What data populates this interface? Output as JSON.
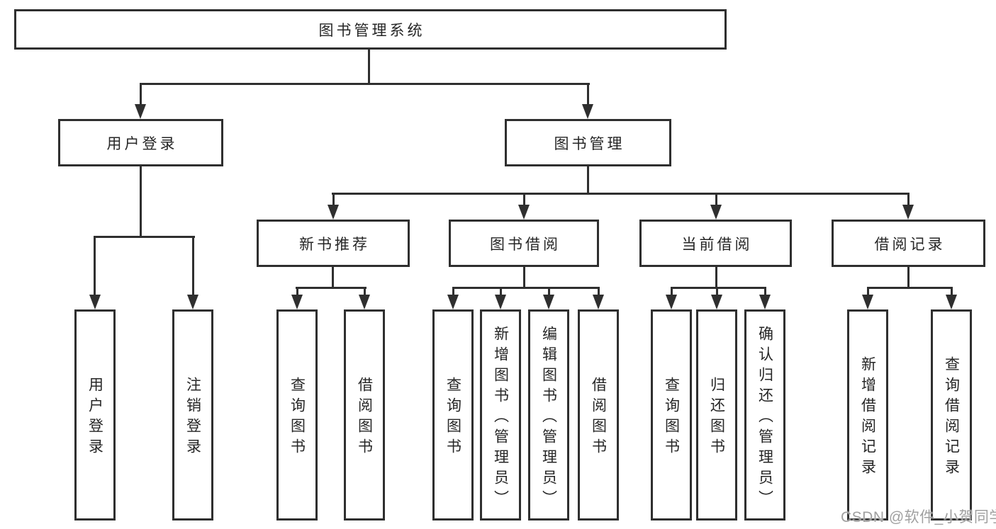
{
  "tree": {
    "root": {
      "label": "图书管理系统"
    },
    "branches": [
      {
        "label": "用户登录",
        "children": [
          "用户登录",
          "注销登录"
        ]
      },
      {
        "label": "图书管理",
        "sections": [
          {
            "label": "新书推荐",
            "children": [
              "查询图书",
              "借阅图书"
            ]
          },
          {
            "label": "图书借阅",
            "children": [
              "查询图书",
              "新增图书（管理员）",
              "编辑图书（管理员）",
              "借阅图书"
            ]
          },
          {
            "label": "当前借阅",
            "children": [
              "查询图书",
              "归还图书",
              "确认归还（管理员）"
            ]
          },
          {
            "label": "借阅记录",
            "children": [
              "新增借阅记录",
              "查询借阅记录"
            ]
          }
        ]
      }
    ]
  },
  "colors": {
    "line": "#2f2f2f",
    "text": "#262626",
    "watermark": "#a0a0a0"
  },
  "watermark": {
    "text": "CSDN @软件_小贺同学"
  }
}
